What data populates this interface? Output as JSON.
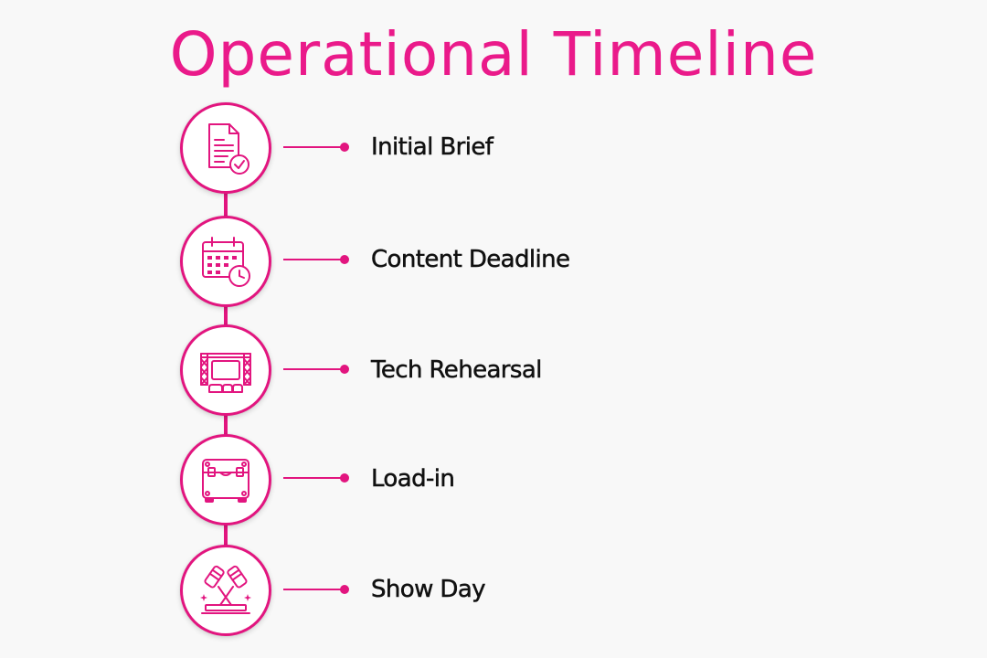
{
  "title": "Operational Timeline",
  "accent_color": "#e2157f",
  "steps": [
    {
      "label": "Initial Brief",
      "icon": "document-check-icon"
    },
    {
      "label": "Content Deadline",
      "icon": "calendar-clock-icon"
    },
    {
      "label": "Tech Rehearsal",
      "icon": "stage-screen-icon"
    },
    {
      "label": "Load-in",
      "icon": "road-case-icon"
    },
    {
      "label": "Show Day",
      "icon": "spotlights-icon"
    }
  ]
}
